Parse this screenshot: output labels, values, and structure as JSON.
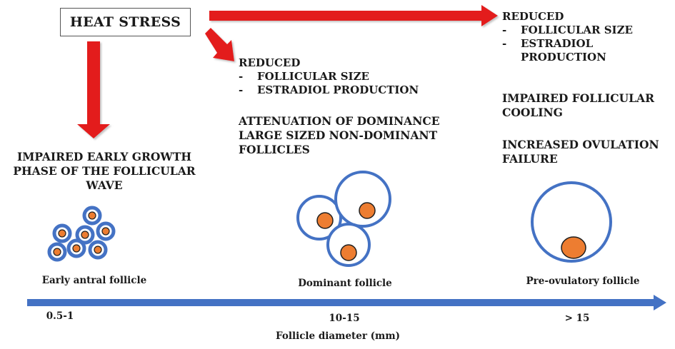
{
  "colors": {
    "arrow_red": "#e31b1b",
    "axis_blue": "#4472c4",
    "ring_blue": "#4472c4",
    "nucleus_orange": "#ed7d31",
    "nucleus_border": "#1f1f1f",
    "text": "#1a1a1a"
  },
  "heat_stress": {
    "label": "HEAT STRESS"
  },
  "early": {
    "title_lines": [
      "IMPAIRED EARLY GROWTH",
      "PHASE OF THE FOLLICULAR",
      "WAVE"
    ],
    "follicle_label": "Early antral follicle",
    "tick_label": "0.5-1"
  },
  "dominant": {
    "reduced_label": "REDUCED",
    "reduced_items": [
      "FOLLICULAR SIZE",
      "ESTRADIOL PRODUCTION"
    ],
    "dash": "-",
    "effect_lines": [
      "ATTENUATION OF DOMINANCE",
      "LARGE SIZED NON-DOMINANT",
      "FOLLICLES"
    ],
    "follicle_label": "Dominant follicle",
    "tick_label": "10-15"
  },
  "preovulatory": {
    "reduced_label": "REDUCED",
    "reduced_items": [
      "FOLLICULAR SIZE",
      "ESTRADIOL",
      "PRODUCTION"
    ],
    "dash": "-",
    "effect1_lines": [
      "IMPAIRED FOLLICULAR",
      "COOLING"
    ],
    "effect2_lines": [
      "INCREASED OVULATION",
      "FAILURE"
    ],
    "follicle_label": "Pre-ovulatory follicle",
    "tick_label": "> 15"
  },
  "axis": {
    "title": "Follicle diameter (mm)"
  }
}
